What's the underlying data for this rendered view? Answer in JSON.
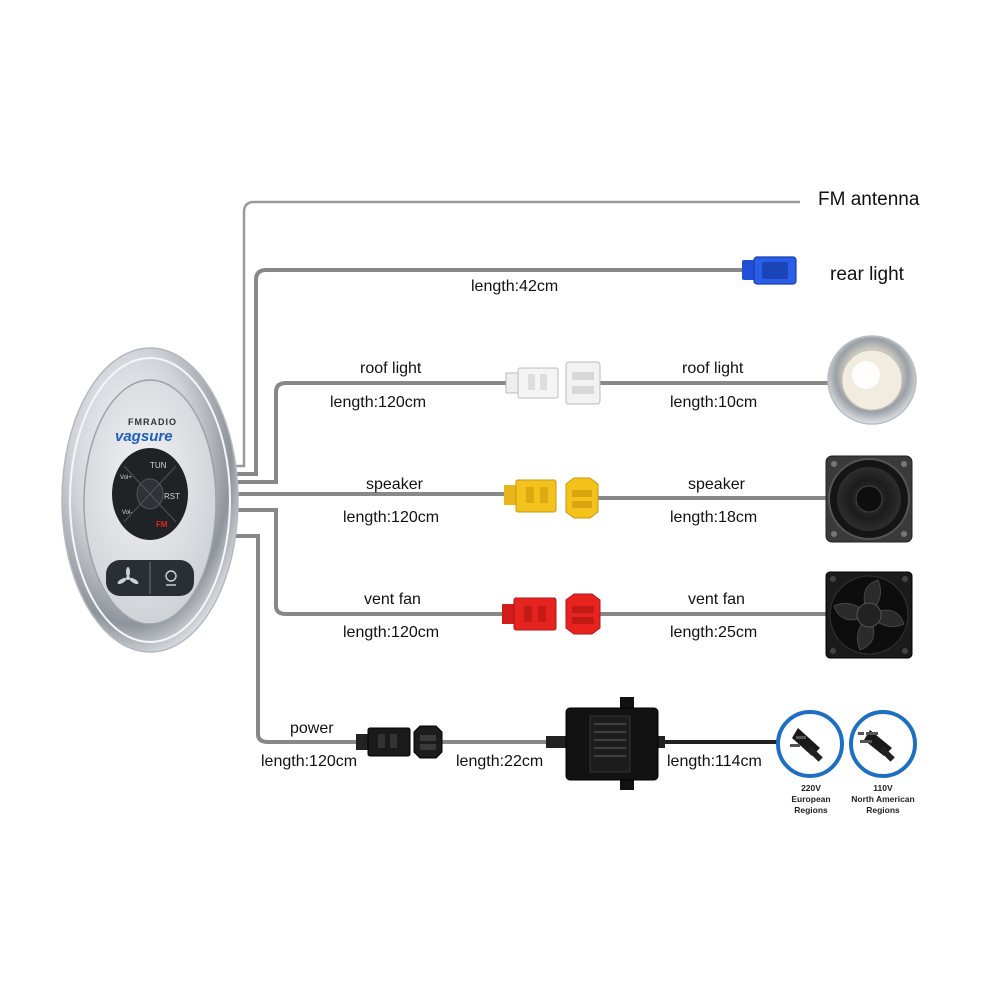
{
  "device": {
    "brand": "vagsure",
    "model_line": "FMRADIO",
    "btn_tun": "TUN",
    "btn_rst": "RST",
    "btn_fm": "FM",
    "btn_vol_up": "Vol+",
    "btn_vol_down": "Vol-"
  },
  "wires": {
    "fm_antenna": {
      "label": "FM antenna"
    },
    "rear_light": {
      "label": "rear light",
      "length": "length:42cm"
    },
    "roof_light": {
      "label_left": "roof light",
      "length_left": "length:120cm",
      "label_right": "roof light",
      "length_right": "length:10cm"
    },
    "speaker": {
      "label_left": "speaker",
      "length_left": "length:120cm",
      "label_right": "speaker",
      "length_right": "length:18cm"
    },
    "vent_fan": {
      "label_left": "vent fan",
      "length_left": "length:120cm",
      "label_right": "vent fan",
      "length_right": "length:25cm"
    },
    "power": {
      "label": "power",
      "length_left": "length:120cm",
      "length_mid": "length:22cm",
      "length_right": "length:114cm"
    }
  },
  "plugs": {
    "eu": {
      "voltage": "220V",
      "region_1": "European",
      "region_2": "Regions"
    },
    "na": {
      "voltage": "110V",
      "region_1": "North American",
      "region_2": "Regions"
    }
  },
  "colors": {
    "wire": "#8a8a8a",
    "blue_connector": "#1f4fd6",
    "white_connector": "#f2f2f2",
    "yellow_connector": "#f3c21c",
    "red_connector": "#e5231f",
    "black_connector": "#1a1a1a",
    "plug_ring": "#1d6fc4"
  }
}
